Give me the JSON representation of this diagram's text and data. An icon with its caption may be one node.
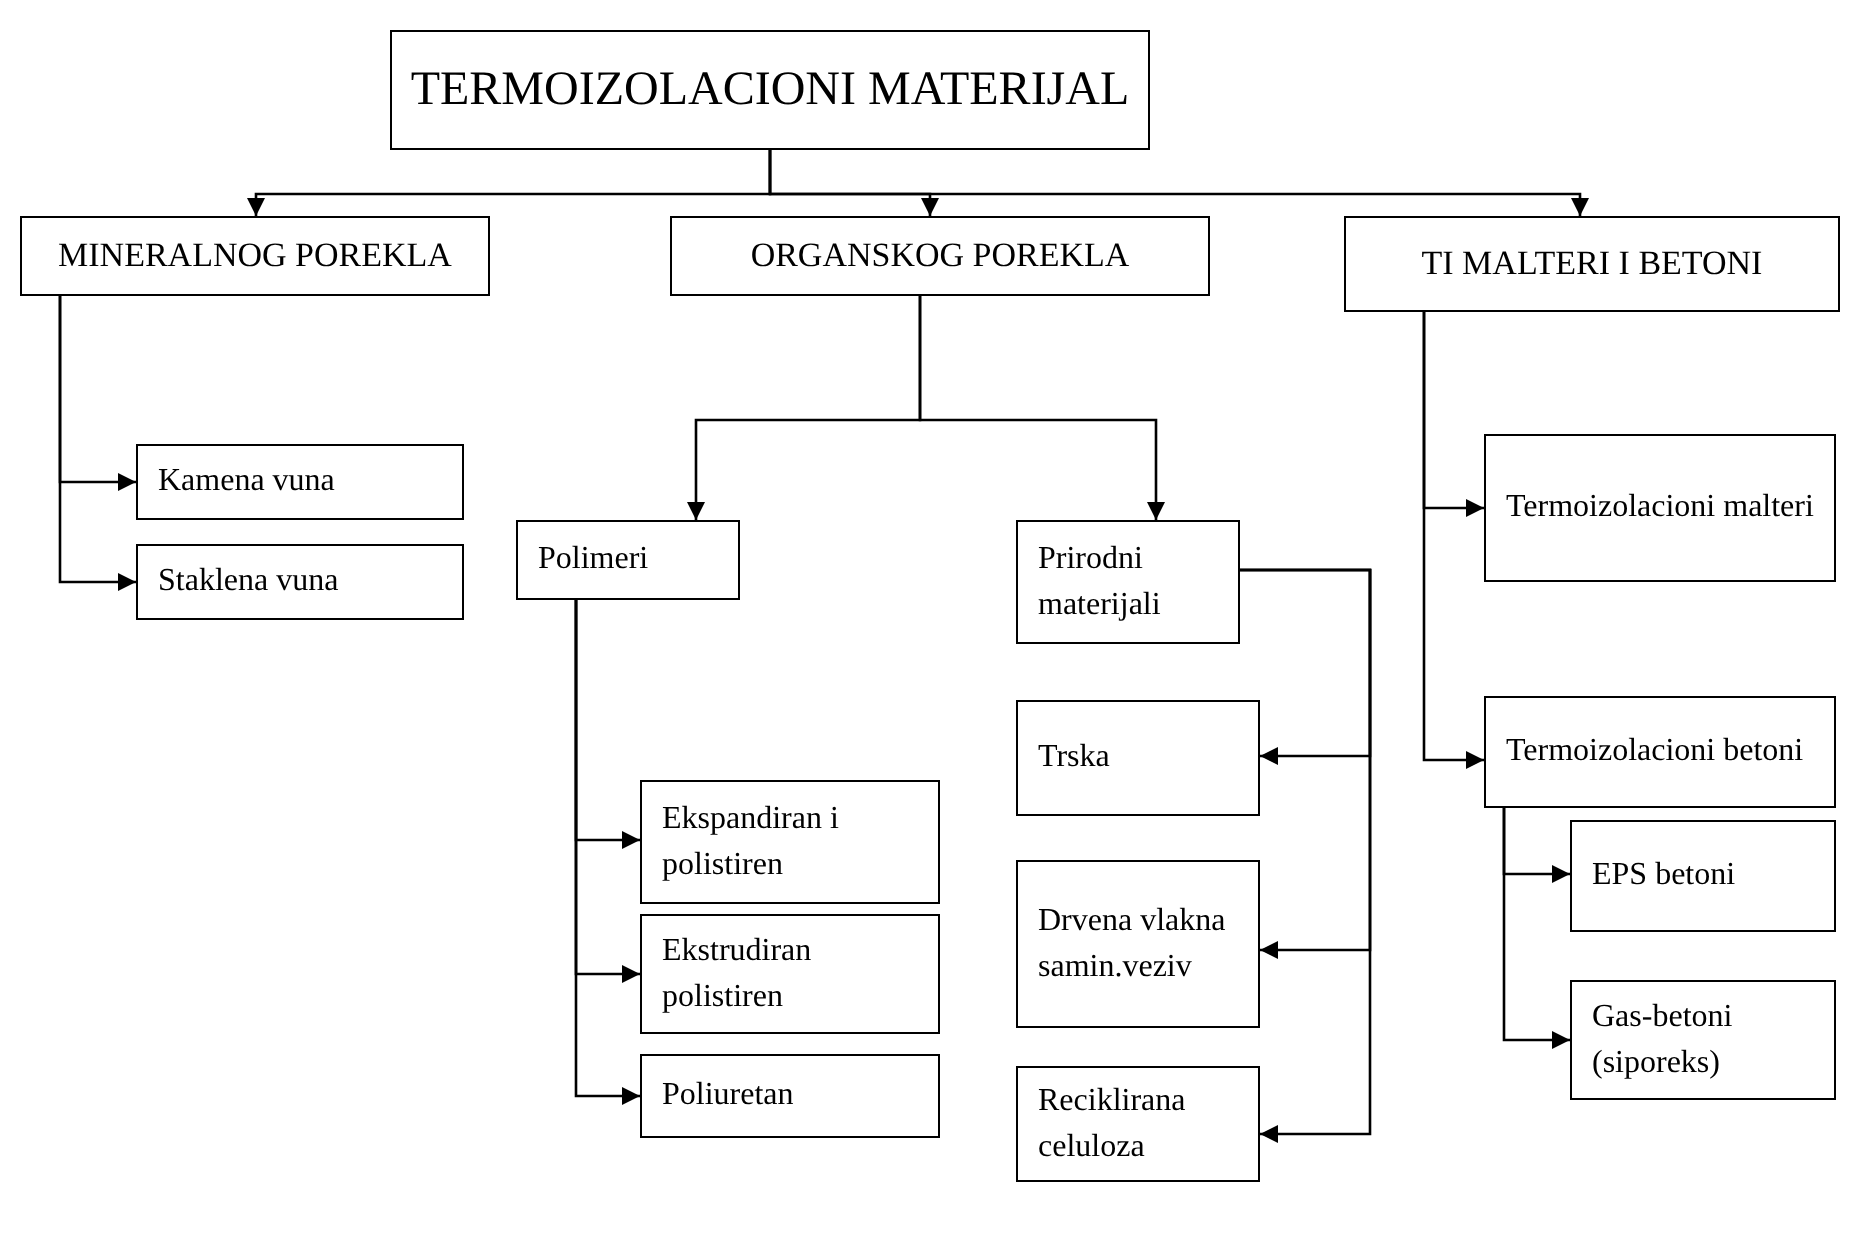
{
  "diagram": {
    "nodes": [
      {
        "text": [
          "TERMOIZOLACIONI MATERIJAL"
        ]
      },
      {
        "text": [
          "MINERALNOG POREKLA"
        ]
      },
      {
        "text": [
          "ORGANSKOG POREKLA"
        ]
      },
      {
        "text": [
          "TI MALTERI I BETONI"
        ]
      },
      {
        "text": [
          "Kamena vuna"
        ]
      },
      {
        "text": [
          "Staklena vuna"
        ]
      },
      {
        "text": [
          "Polimeri"
        ]
      },
      {
        "text": [
          "Prirodni materijali"
        ]
      },
      {
        "text": [
          "Ekspandiran i polistiren"
        ]
      },
      {
        "text": [
          "Ekstrudiran polistiren"
        ]
      },
      {
        "text": [
          "Poliuretan"
        ]
      },
      {
        "text": [
          "Trska"
        ]
      },
      {
        "text": [
          "Drvena vlakna samin.veziv"
        ]
      },
      {
        "text": [
          "Reciklirana celuloza"
        ]
      },
      {
        "text": [
          "Termoizolacioni malteri"
        ]
      },
      {
        "text": [
          "Termoizolacioni betoni"
        ]
      },
      {
        "text": [
          "EPS betoni"
        ]
      },
      {
        "text": [
          "Gas-betoni (siporeks)"
        ]
      }
    ],
    "edges": [
      {
        "from": 0,
        "to": 1,
        "arrow": "to"
      },
      {
        "from": 0,
        "to": 2,
        "arrow": "to"
      },
      {
        "from": 0,
        "to": 3,
        "arrow": "to"
      },
      {
        "from": 1,
        "to": 4,
        "arrow": "to"
      },
      {
        "from": 1,
        "to": 5,
        "arrow": "to"
      },
      {
        "from": 2,
        "to": 6,
        "arrow": "to"
      },
      {
        "from": 2,
        "to": 7,
        "arrow": "to"
      },
      {
        "from": 6,
        "to": 8,
        "arrow": "to"
      },
      {
        "from": 6,
        "to": 9,
        "arrow": "to"
      },
      {
        "from": 6,
        "to": 10,
        "arrow": "to"
      },
      {
        "from": 7,
        "to": 11,
        "arrow": "to"
      },
      {
        "from": 7,
        "to": 12,
        "arrow": "to"
      },
      {
        "from": 7,
        "to": 13,
        "arrow": "to"
      },
      {
        "from": 3,
        "to": 14,
        "arrow": "to"
      },
      {
        "from": 3,
        "to": 15,
        "arrow": "to"
      },
      {
        "from": 15,
        "to": 16,
        "arrow": "to"
      },
      {
        "from": 15,
        "to": 17,
        "arrow": "to"
      }
    ]
  }
}
